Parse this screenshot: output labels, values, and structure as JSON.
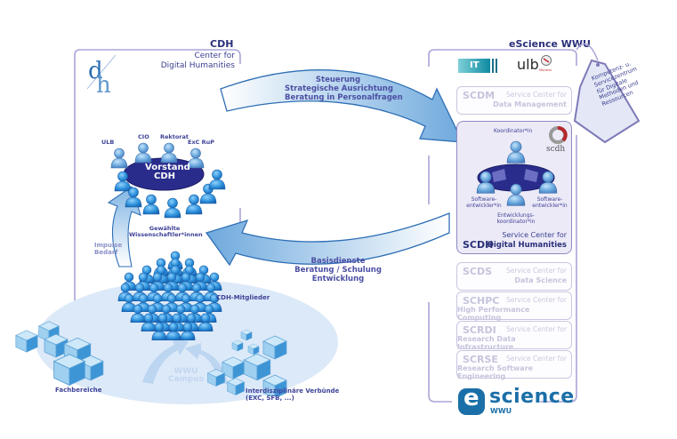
{
  "cdh": {
    "title": "CDH",
    "subtitle_line1": "Center for",
    "subtitle_line2": "Digital Humanities",
    "logo_text": "dh",
    "board": {
      "label_line1": "Vorstand",
      "label_line2": "CDH",
      "members": [
        "ULB",
        "CIO",
        "Rektorat",
        "ExC RuP"
      ],
      "elected_line1": "Gewählte",
      "elected_line2": "Wissenschaftler*innen"
    },
    "impulse_line1": "Impulse",
    "impulse_line2": "Bedarf",
    "members_label": "CDH-Mitglieder"
  },
  "campus": {
    "label_line1": "WWU",
    "label_line2": "Campus",
    "faculties_label": "Fachbereiche",
    "networks_line1": "Interdisziplinäre Verbünde",
    "networks_line2": "(EXC, SFB, ...)"
  },
  "arrows": {
    "top": {
      "line1": "Steuerung",
      "line2": "Strategische Ausrichtung",
      "line3": "Beratung in Personalfragen"
    },
    "bottom": {
      "line1": "Basisdienste",
      "line2": "Beratung / Schulung",
      "line3": "Entwicklung"
    }
  },
  "escience": {
    "title": "eScience WWU",
    "it_logo": "IT",
    "ulb_logo": "ulb",
    "ulb_logo_sub": "Münster",
    "tag_lines": [
      "Kompetenz- u.",
      "Servicezentrum",
      "für Digitale",
      "Methoden und",
      "Ressourcen"
    ],
    "service_centers": [
      {
        "code": "SCDM",
        "line1": "Service Center for",
        "line2": "Data Management"
      },
      {
        "code": "SCDS",
        "line1": "Service Center for",
        "line2": "Data Science"
      },
      {
        "code": "SCHPC",
        "line1": "Service Center for",
        "line2": "High Performance Computing"
      },
      {
        "code": "SCRDI",
        "line1": "Service Center for",
        "line2": "Research Data Infrastructure"
      },
      {
        "code": "SCRSE",
        "line1": "Service Center for",
        "line2": "Research Software Engineering"
      }
    ],
    "scdh": {
      "code": "SCDH",
      "line1": "Service Center for",
      "line2": "Digital Humanities",
      "logo_text": "scdh",
      "roles": {
        "coordinator": "Koordinator*in",
        "dev_left_line1": "Software-",
        "dev_left_line2": "entwickler*in",
        "dev_right_line1": "Software-",
        "dev_right_line2": "entwickler*in",
        "dev_coord_line1": "Entwicklungs-",
        "dev_coord_line2": "koordinator*in"
      }
    },
    "footer_logo_main": "science",
    "footer_logo_sub": "WWU",
    "footer_logo_letter": "e"
  },
  "colors": {
    "frame": "#a9a5d6",
    "text_dark": "#2a2f7a",
    "person_blue": "#2e8fd8",
    "arrow_blue": "#4a90d0",
    "escience_blue": "#1b6fa8"
  }
}
